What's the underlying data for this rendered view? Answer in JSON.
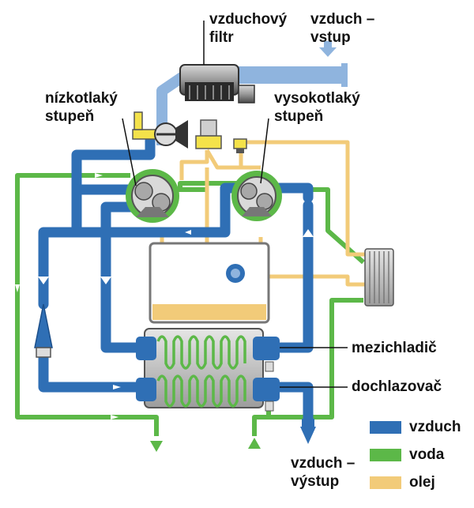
{
  "labels": {
    "filter_l1": "vzduchový",
    "filter_l2": "filtr",
    "air_in_l1": "vzduch –",
    "air_in_l2": "vstup",
    "low_l1": "nízkotlaký",
    "low_l2": "stupeň",
    "high_l1": "vysokotlaký",
    "high_l2": "stupeň",
    "intercooler": "mezichladič",
    "aftercooler": "dochlazovač",
    "air_out_l1": "vzduch –",
    "air_out_l2": "výstup"
  },
  "legend": [
    {
      "label": "vzduch",
      "color": "#2f6fb5"
    },
    {
      "label": "voda",
      "color": "#5cb848"
    },
    {
      "label": "olej",
      "color": "#f2cb79"
    }
  ],
  "colors": {
    "air": "#2f6fb5",
    "air_light": "#8fb4de",
    "water": "#5cb848",
    "oil": "#f2cb79"
  }
}
